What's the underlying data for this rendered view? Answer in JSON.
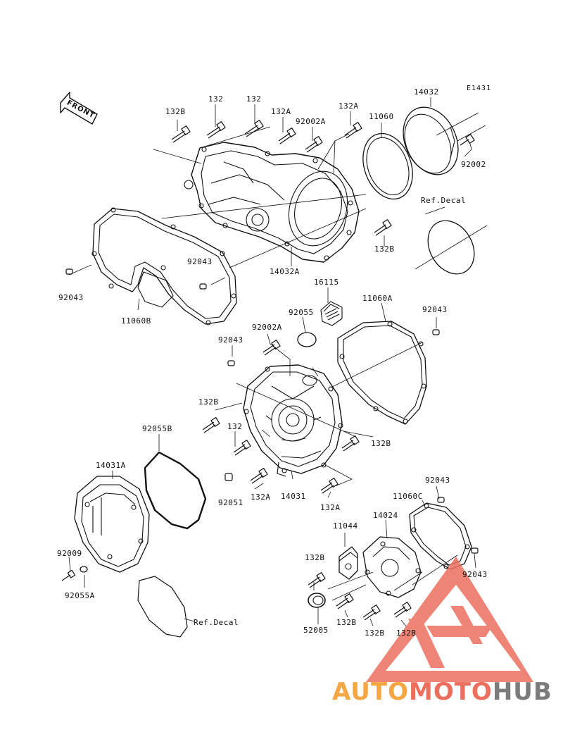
{
  "diagram_code": "E1431",
  "front_label": "FRONT",
  "ref_labels": [
    "Ref.Decal",
    "Ref.Decal"
  ],
  "part_labels": [
    "132B",
    "132",
    "132",
    "132A",
    "92002A",
    "132A",
    "11060",
    "14032",
    "92002",
    "Ref.Decal",
    "132B",
    "92043",
    "14032A",
    "92043",
    "11060B",
    "16115",
    "11060A",
    "92043",
    "92055",
    "92002A",
    "92043",
    "132B",
    "92055B",
    "132",
    "132B",
    "14031A",
    "92051",
    "132A",
    "14031",
    "132A",
    "92043",
    "11060C",
    "14024",
    "11044",
    "132B",
    "92043",
    "92009",
    "92055A",
    "52005",
    "132B",
    "132B",
    "132B"
  ],
  "watermark": {
    "part1": "AUTO",
    "part2": "MOTO",
    "part3": "HUB"
  },
  "colors": {
    "line": "#111111",
    "watermark_red": "#ec6f5e",
    "watermark_orange": "#f4a642",
    "watermark_gray": "#7b7b7b"
  }
}
